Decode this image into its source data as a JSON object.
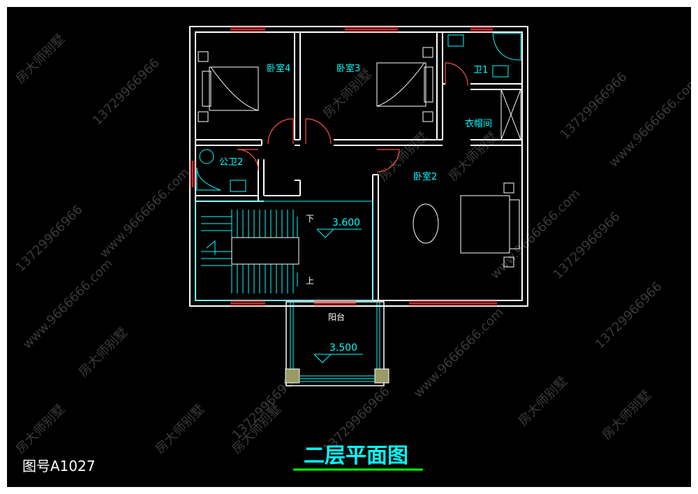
{
  "drawing": {
    "title": "二层平面图",
    "drawing_number": "图号A1027"
  },
  "rooms": {
    "bedroom4": "卧室4",
    "bedroom3": "卧室3",
    "bathroom1": "卫1",
    "closet": "衣帽间",
    "public_bath2": "公卫2",
    "bedroom2": "卧室2",
    "balcony": "阳台"
  },
  "stairs": {
    "down": "下",
    "up": "上"
  },
  "elevations": {
    "floor": "3.600",
    "balcony": "3.500"
  },
  "watermarks": {
    "brand": "房大师别墅",
    "site": "www.9666666.com",
    "phone": "13729966966"
  },
  "colors": {
    "background": "#000000",
    "walls": "#ffffff",
    "windows": "#ff4d4d",
    "fixtures": "#00ffff",
    "title": "#00ffff",
    "title_underline": "#00ff00",
    "elevation": "#00ffff"
  }
}
